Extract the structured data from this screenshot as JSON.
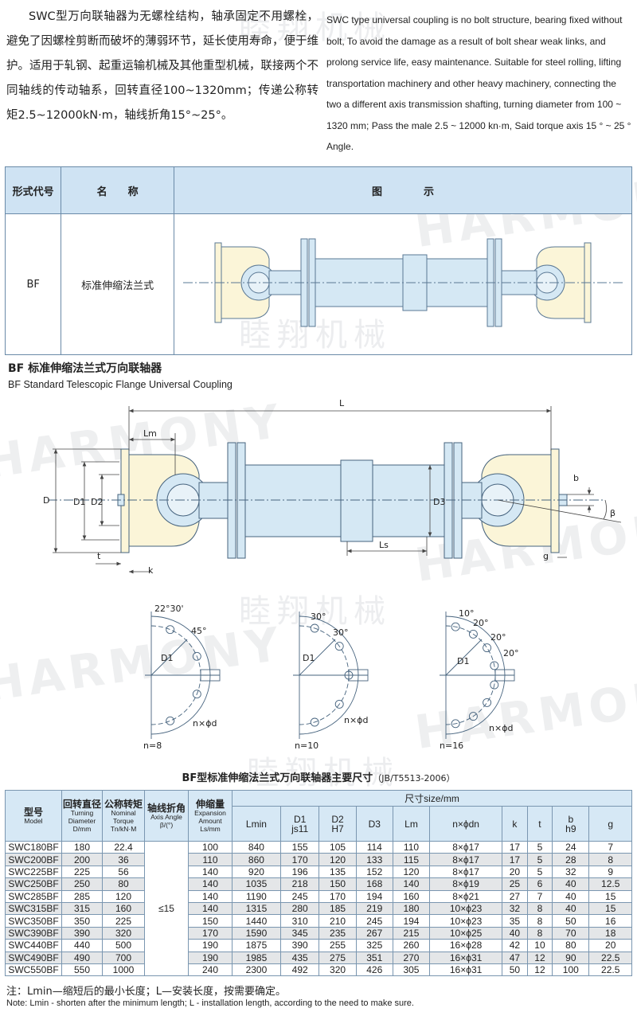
{
  "intro": {
    "cn": "SWC型万向联轴器为无螺栓结构，轴承固定不用螺栓，避免了因螺栓剪断而破坏的薄弱环节，延长使用寿命，便于维护。适用于轧钢、起重运输机械及其他重型机械，联接两个不同轴线的传动轴系，回转直径100~1320mm；传递公称转矩2.5~12000kN·m，轴线折角15°~25°。",
    "en": "SWC type universal coupling is no bolt structure, bearing fixed without bolt, To avoid the damage as a result of bolt shear weak links, and prolong service life, easy maintenance. Suitable for steel rolling, lifting transportation machinery and other heavy machinery, connecting the two a different axis transmission shafting, turning diameter from 100 ~ 1320 mm; Pass the male 2.5 ~ 12000 kn·m, Said torque axis 15 ° ~ 25 ° Angle."
  },
  "watermark": {
    "brand": "HARMONY",
    "cn": "睦翔机械"
  },
  "header_table": {
    "col_code": "形式代号",
    "col_name": "名　　称",
    "col_figure": "图　　　　示",
    "row_code": "BF",
    "row_name": "标准伸缩法兰式"
  },
  "section": {
    "title_cn": "BF 标准伸缩法兰式万向联轴器",
    "title_en": "BF Standard Telescopic Flange Universal Coupling"
  },
  "drawing_labels": {
    "L": "L",
    "Lm": "Lm",
    "Ls": "Ls",
    "D": "D",
    "D1": "D1",
    "D2": "D2",
    "D3": "D3",
    "t": "t",
    "k": "k",
    "b": "b",
    "g": "g",
    "beta": "β"
  },
  "hole_patterns": [
    {
      "n_label": "n=8",
      "angles": [
        "22°30'",
        "45°"
      ],
      "d1": "D1",
      "hole": "n×ϕd"
    },
    {
      "n_label": "n=10",
      "angles": [
        "30°",
        "30°"
      ],
      "d1": "D1",
      "hole": "n×ϕd"
    },
    {
      "n_label": "n=16",
      "angles": [
        "10°",
        "20°",
        "20°",
        "20°"
      ],
      "d1": "D1",
      "hole": "n×ϕd"
    }
  ],
  "spec_table": {
    "title": "BF型标准伸缩法兰式万向联轴器主要尺寸",
    "standard": "（JB/T5513-2006）",
    "headers": {
      "model_cn": "型号",
      "model_en": "Model",
      "turning_cn": "回转直径",
      "turning_en": "Turning Diameter D/mm",
      "torque_cn": "公称转矩",
      "torque_en": "Nominal Torque Tn/kN·M",
      "angle_cn": "轴线折角",
      "angle_en": "Axis Angle β/(°)",
      "exp_cn": "伸缩量",
      "exp_en": "Expansion Amount Ls/mm",
      "size": "尺寸size/mm",
      "cols": [
        "Lmin",
        "D1",
        "D2",
        "D3",
        "Lm",
        "n×ϕdn",
        "k",
        "t",
        "b",
        "g"
      ],
      "sub": [
        "",
        "js11",
        "H7",
        "",
        "",
        "",
        "",
        "",
        "h9",
        ""
      ]
    },
    "angle_value": "≤15",
    "rows": [
      [
        "SWC180BF",
        "180",
        "22.4",
        "100",
        "840",
        "155",
        "105",
        "114",
        "110",
        "8×ϕ17",
        "17",
        "5",
        "24",
        "7"
      ],
      [
        "SWC200BF",
        "200",
        "36",
        "110",
        "860",
        "170",
        "120",
        "133",
        "115",
        "8×ϕ17",
        "17",
        "5",
        "28",
        "8"
      ],
      [
        "SWC225BF",
        "225",
        "56",
        "140",
        "920",
        "196",
        "135",
        "152",
        "120",
        "8×ϕ17",
        "20",
        "5",
        "32",
        "9"
      ],
      [
        "SWC250BF",
        "250",
        "80",
        "140",
        "1035",
        "218",
        "150",
        "168",
        "140",
        "8×ϕ19",
        "25",
        "6",
        "40",
        "12.5"
      ],
      [
        "SWC285BF",
        "285",
        "120",
        "140",
        "1190",
        "245",
        "170",
        "194",
        "160",
        "8×ϕ21",
        "27",
        "7",
        "40",
        "15"
      ],
      [
        "SWC315BF",
        "315",
        "160",
        "140",
        "1315",
        "280",
        "185",
        "219",
        "180",
        "10×ϕ23",
        "32",
        "8",
        "40",
        "15"
      ],
      [
        "SWC350BF",
        "350",
        "225",
        "150",
        "1440",
        "310",
        "210",
        "245",
        "194",
        "10×ϕ23",
        "35",
        "8",
        "50",
        "16"
      ],
      [
        "SWC390BF",
        "390",
        "320",
        "170",
        "1590",
        "345",
        "235",
        "267",
        "215",
        "10×ϕ25",
        "40",
        "8",
        "70",
        "18"
      ],
      [
        "SWC440BF",
        "440",
        "500",
        "190",
        "1875",
        "390",
        "255",
        "325",
        "260",
        "16×ϕ28",
        "42",
        "10",
        "80",
        "20"
      ],
      [
        "SWC490BF",
        "490",
        "700",
        "190",
        "1985",
        "435",
        "275",
        "351",
        "270",
        "16×ϕ31",
        "47",
        "12",
        "90",
        "22.5"
      ],
      [
        "SWC550BF",
        "550",
        "1000",
        "240",
        "2300",
        "492",
        "320",
        "426",
        "305",
        "16×ϕ31",
        "50",
        "12",
        "100",
        "22.5"
      ]
    ]
  },
  "note": {
    "cn": "注：Lmin—缩短后的最小长度；L—安装长度，按需要确定。",
    "en": "Note: Lmin - shorten after the minimum length; L - installation length, according to the need to make sure."
  }
}
